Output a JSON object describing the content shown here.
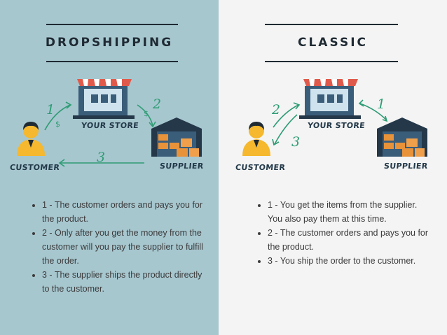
{
  "left": {
    "title": "DROPSHIPPING",
    "labels": {
      "store": "YOUR STORE",
      "customer": "CUSTOMER",
      "supplier": "SUPPLIER"
    },
    "steps": [
      "1",
      "2",
      "3"
    ],
    "currency": [
      "$",
      "$"
    ],
    "bullets": [
      "1 - The customer orders and pays you for the product.",
      "2 - Only after you get the money from the customer will you pay the supplier to fulfill the order.",
      "3 - The supplier ships the product directly to the customer."
    ]
  },
  "right": {
    "title": "CLASSIC",
    "labels": {
      "store": "YOUR STORE",
      "customer": "CUSTOMER",
      "supplier": "SUPPLIER"
    },
    "steps": [
      "1",
      "2",
      "3"
    ],
    "bullets": [
      "1 - You get the items from the supplier. You also pay them at this time.",
      "2 - The customer orders and pays you for the product.",
      "3 - You ship the order to the customer."
    ]
  },
  "colors": {
    "left_bg": "#a7c7cf",
    "right_bg": "#f4f4f4",
    "arrow": "#2e9c74",
    "dark": "#1f2a33",
    "awning_red": "#e05a4b",
    "person_yellow": "#f5b82e",
    "box_orange": "#e8923a"
  },
  "icons": [
    "store-icon",
    "customer-icon",
    "warehouse-icon",
    "arrow-icon"
  ]
}
